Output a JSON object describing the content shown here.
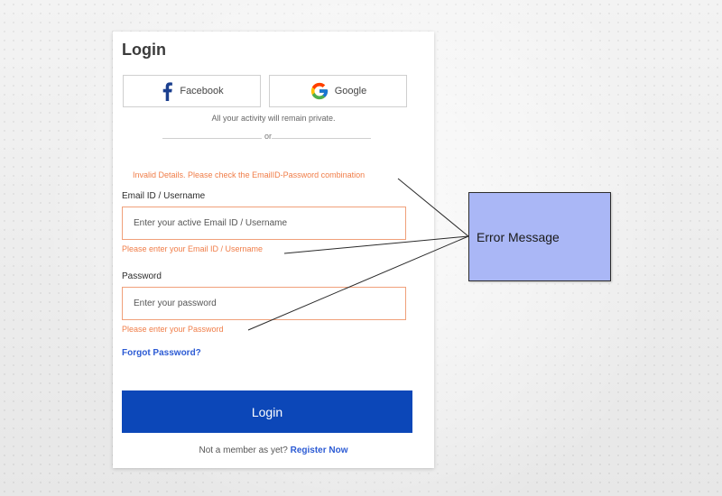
{
  "login": {
    "title": "Login",
    "facebook_label": "Facebook",
    "google_label": "Google",
    "privacy_note": "All your activity will remain private.",
    "divider_text": "or",
    "error_invalid": "Invalid Details. Please check the EmailID-Password combination",
    "email_label": "Email ID / Username",
    "email_placeholder": "Enter your active Email ID / Username",
    "email_error": "Please enter your Email ID / Username",
    "password_label": "Password",
    "password_placeholder": "Enter your password",
    "password_error": "Please enter your Password",
    "forgot_label": "Forgot Password?",
    "login_button": "Login",
    "register_prompt": "Not a member as yet?",
    "register_link": "Register Now"
  },
  "callout": {
    "text": "Error Message"
  },
  "colors": {
    "primary_button": "#0c47b8",
    "error_text": "#f07d48",
    "link": "#2c5bd4",
    "callout_fill": "#aab7f6"
  },
  "icons": {
    "facebook": "facebook-icon",
    "google": "google-icon"
  }
}
